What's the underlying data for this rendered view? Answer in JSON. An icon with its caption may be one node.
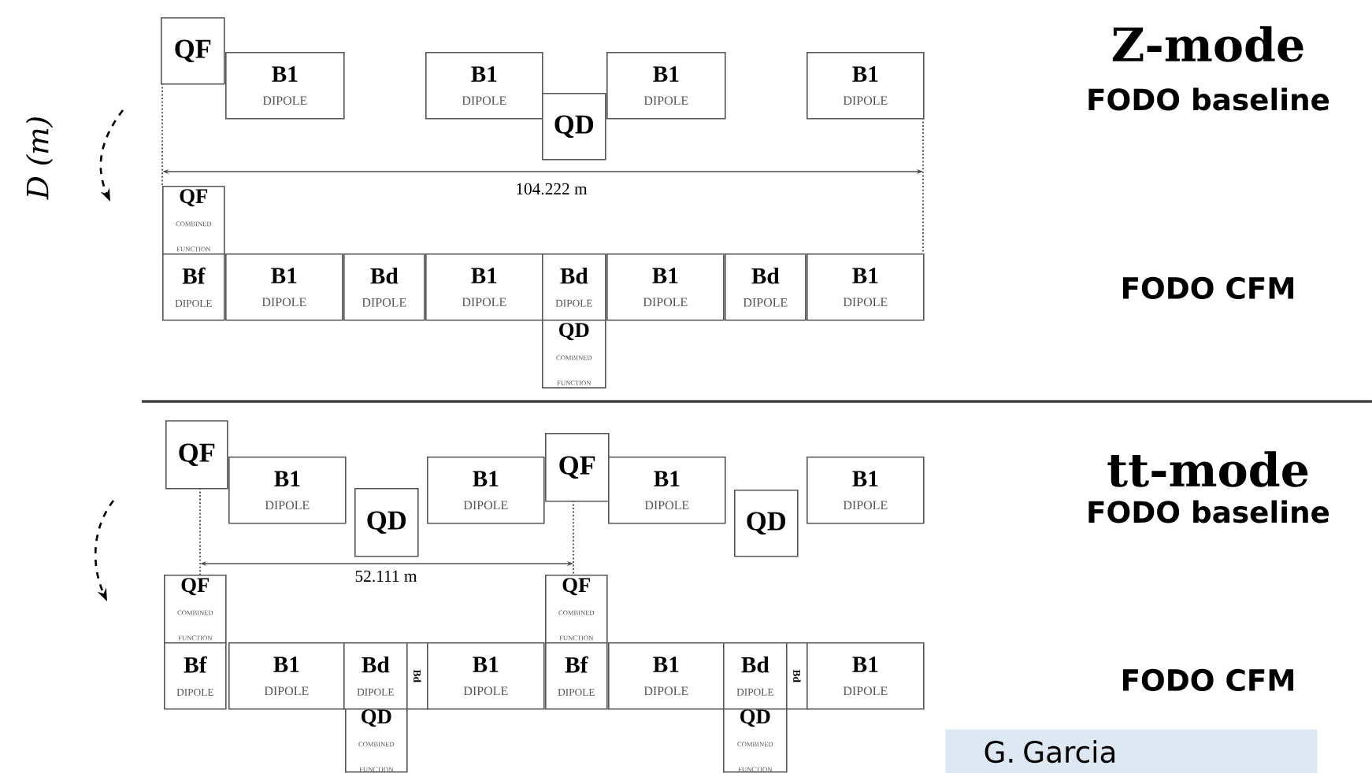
{
  "diagram": {
    "nodes": [
      {
        "text": [
          "QF"
        ]
      },
      {
        "text": [
          "B1",
          "DIPOLE"
        ]
      },
      {
        "text": [
          "B1",
          "DIPOLE"
        ]
      },
      {
        "text": [
          "QD"
        ]
      },
      {
        "text": [
          "B1",
          "DIPOLE"
        ]
      },
      {
        "text": [
          "B1",
          "DIPOLE"
        ]
      },
      {
        "text": [
          "QF",
          "COMBINED FUNCTION"
        ]
      },
      {
        "text": [
          "Bf",
          "DIPOLE"
        ]
      },
      {
        "text": [
          "B1",
          "DIPOLE"
        ]
      },
      {
        "text": [
          "Bd",
          "DIPOLE"
        ]
      },
      {
        "text": [
          "B1",
          "DIPOLE"
        ]
      },
      {
        "text": [
          "Bd",
          "DIPOLE"
        ]
      },
      {
        "text": [
          "B1",
          "DIPOLE"
        ]
      },
      {
        "text": [
          "Bd",
          "DIPOLE"
        ]
      },
      {
        "text": [
          "B1",
          "DIPOLE"
        ]
      },
      {
        "text": [
          "QD",
          "COMBINED FUNCTION"
        ]
      },
      {
        "text": [
          "QF"
        ]
      },
      {
        "text": [
          "B1",
          "DIPOLE"
        ]
      },
      {
        "text": [
          "QD"
        ]
      },
      {
        "text": [
          "B1",
          "DIPOLE"
        ]
      },
      {
        "text": [
          "QF"
        ]
      },
      {
        "text": [
          "B1",
          "DIPOLE"
        ]
      },
      {
        "text": [
          "QD"
        ]
      },
      {
        "text": [
          "B1",
          "DIPOLE"
        ]
      },
      {
        "text": [
          "QF",
          "COMBINED FUNCTION"
        ]
      },
      {
        "text": [
          "QF",
          "COMBINED FUNCTION"
        ]
      },
      {
        "text": [
          "Bf",
          "DIPOLE"
        ]
      },
      {
        "text": [
          "B1",
          "DIPOLE"
        ]
      },
      {
        "text": [
          "Bd",
          "DIPOLE"
        ]
      },
      {
        "text": [
          "Bd"
        ]
      },
      {
        "text": [
          "B1",
          "DIPOLE"
        ]
      },
      {
        "text": [
          "Bf",
          "DIPOLE"
        ]
      },
      {
        "text": [
          "B1",
          "DIPOLE"
        ]
      },
      {
        "text": [
          "Bd",
          "DIPOLE"
        ]
      },
      {
        "text": [
          "Bd"
        ]
      },
      {
        "text": [
          "B1",
          "DIPOLE"
        ]
      },
      {
        "text": [
          "QD",
          "COMBINED FUNCTION"
        ]
      },
      {
        "text": [
          "QD",
          "COMBINED FUNCTION"
        ]
      },
      {
        "text": [
          "G. Garcia"
        ]
      }
    ],
    "labels": [
      "Z-mode",
      "FODO baseline",
      "D (m)",
      "104.222 m",
      "FODO CFM",
      "tt-mode",
      "FODO baseline",
      "52.111 m",
      "FODO CFM"
    ]
  }
}
